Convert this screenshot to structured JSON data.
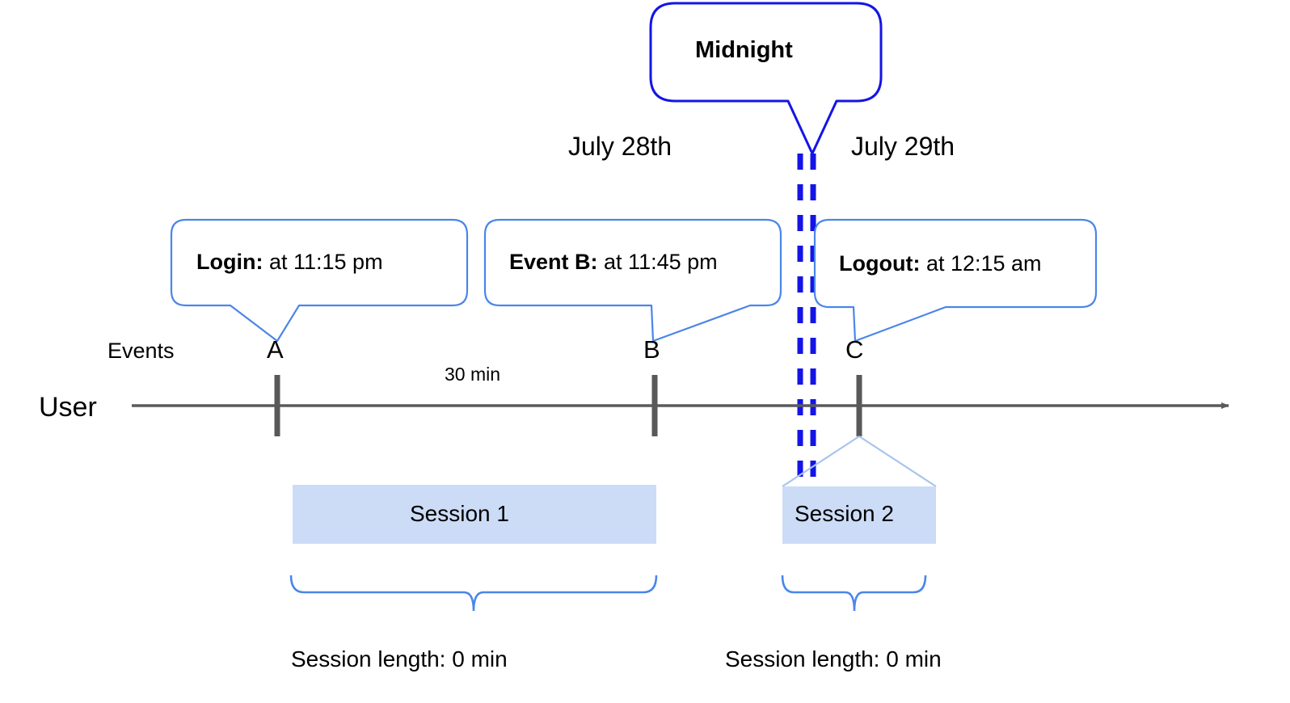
{
  "diagram": {
    "title": "User session timeline across midnight",
    "colors": {
      "callout_border": "#4a86e8",
      "midnight_border": "#1414e6",
      "midnight_dash": "#1414e6",
      "session_fill": "#ccdcf7",
      "session_edge": "#a8c4ee",
      "brace": "#4a86e8",
      "axis": "#5a5a5a",
      "tick": "#595959",
      "text": "#000000"
    },
    "midnight_callout": {
      "label": "Midnight"
    },
    "dates": [
      {
        "id": "date-july-28",
        "label": "July 28th"
      },
      {
        "id": "date-july-29",
        "label": "July 29th"
      }
    ],
    "row_labels": {
      "events": "Events",
      "user": "User"
    },
    "events": [
      {
        "id": "event-a",
        "point": "A",
        "callout_bold": "Login:",
        "callout_rest": " at 11:15 pm"
      },
      {
        "id": "event-b",
        "point": "B",
        "callout_bold": "Event B:",
        "callout_rest": " at 11:45 pm"
      },
      {
        "id": "event-c",
        "point": "C",
        "callout_bold": "Logout:",
        "callout_rest": " at 12:15 am"
      }
    ],
    "interval_label": "30 min",
    "sessions": [
      {
        "id": "session-1",
        "label": "Session 1",
        "length_label": "Session length: 0 min"
      },
      {
        "id": "session-2",
        "label": "Session 2",
        "length_label": "Session length: 0 min"
      }
    ]
  }
}
